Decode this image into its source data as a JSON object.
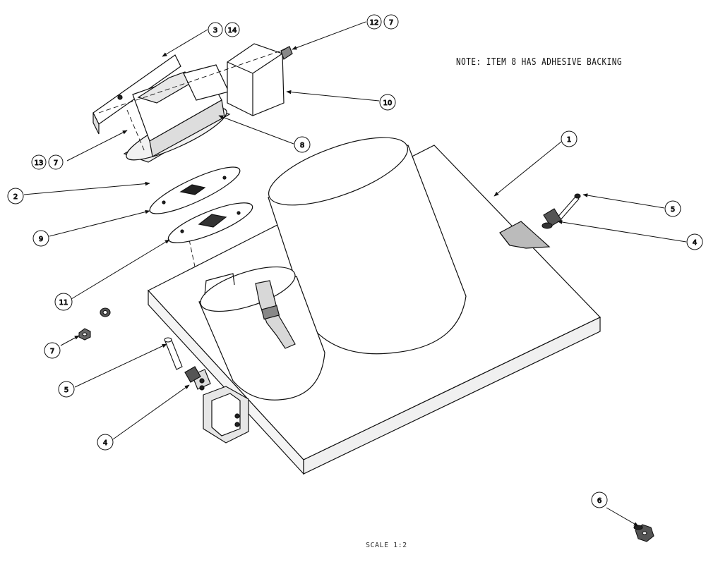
{
  "note": "NOTE: ITEM 8 HAS ADHESIVE BACKING",
  "scale": "SCALE  1:2",
  "balloons": {
    "b3": "3",
    "b14": "14",
    "b12": "12",
    "b7a": "7",
    "b10": "10",
    "b8": "8",
    "b13": "13",
    "b7b": "7",
    "b1": "1",
    "b2": "2",
    "b5a": "5",
    "b4a": "4",
    "b9": "9",
    "b11": "11",
    "b7c": "7",
    "b5b": "5",
    "b4b": "4",
    "b6": "6"
  }
}
